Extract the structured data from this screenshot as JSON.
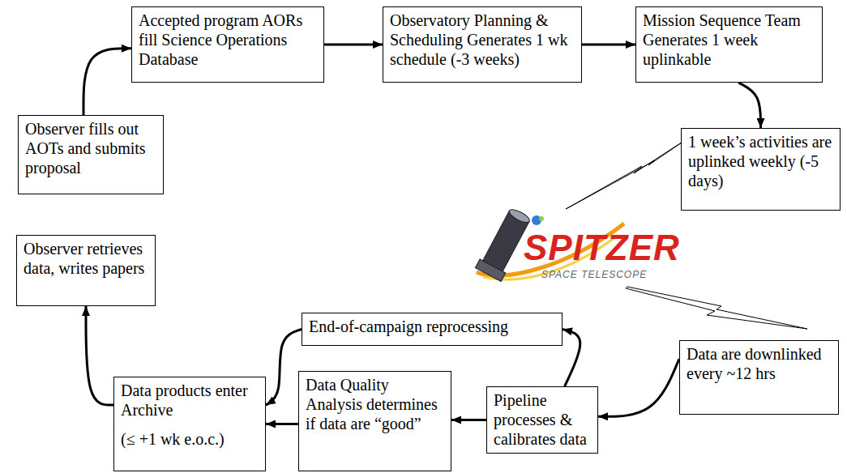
{
  "diagram": {
    "nodes": [
      {
        "text": [
          "Observer fills out AOTs and submits proposal"
        ]
      },
      {
        "text": [
          "Accepted program AORs fill Science Operations Database"
        ]
      },
      {
        "text": [
          "Observatory Planning & Scheduling Generates 1 wk schedule (-3 weeks)"
        ]
      },
      {
        "text": [
          "Mission Sequence Team Generates 1 week uplinkable"
        ]
      },
      {
        "text": [
          "1 week’s activities are uplinked weekly (-5 days)"
        ]
      },
      {
        "text": [
          "Data are downlinked every ~12 hrs"
        ]
      },
      {
        "text": [
          "Pipeline processes & calibrates data"
        ]
      },
      {
        "text": [
          "Data Quality Analysis determines if data are “good”"
        ]
      },
      {
        "text": [
          "End-of-campaign reprocessing"
        ]
      },
      {
        "text": [
          "Data products enter Archive",
          "(≤ +1 wk e.o.c.)"
        ]
      },
      {
        "text": [
          "Observer retrieves data, writes papers"
        ]
      }
    ],
    "edges": [
      {
        "from": 0,
        "to": 1,
        "arrow": "to"
      },
      {
        "from": 1,
        "to": 2,
        "arrow": "to"
      },
      {
        "from": 2,
        "to": 3,
        "arrow": "to"
      },
      {
        "from": 3,
        "to": 4,
        "arrow": "to"
      },
      {
        "from": 5,
        "to": 6,
        "arrow": "to"
      },
      {
        "from": 6,
        "to": 8,
        "arrow": "to"
      },
      {
        "from": 6,
        "to": 7,
        "arrow": "to"
      },
      {
        "from": 7,
        "to": 9,
        "arrow": "to"
      },
      {
        "from": 8,
        "to": 9,
        "arrow": "to"
      },
      {
        "from": 9,
        "to": 10,
        "arrow": "to"
      }
    ],
    "labels": [
      "SPITZER",
      "SPACE TELESCOPE"
    ]
  }
}
